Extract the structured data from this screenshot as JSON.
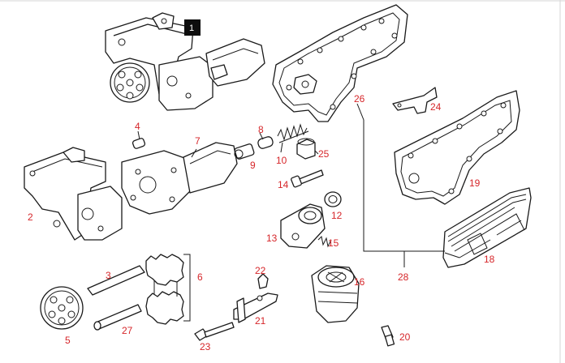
{
  "diagram": {
    "badge": "1",
    "callouts": {
      "p2": "2",
      "p3": "3",
      "p4": "4",
      "p5": "5",
      "p6": "6",
      "p7": "7",
      "p8": "8",
      "p9": "9",
      "p10": "10",
      "p12": "12",
      "p13": "13",
      "p14": "14",
      "p15": "15",
      "p16": "16",
      "p18": "18",
      "p19": "19",
      "p20": "20",
      "p21": "21",
      "p22": "22",
      "p23": "23",
      "p24": "24",
      "p25": "25",
      "p26": "26",
      "p27": "27",
      "p28": "28"
    },
    "colors": {
      "callout": "#d6262a",
      "badge_bg": "#0d0d0d",
      "line": "#1a1a1a"
    }
  }
}
